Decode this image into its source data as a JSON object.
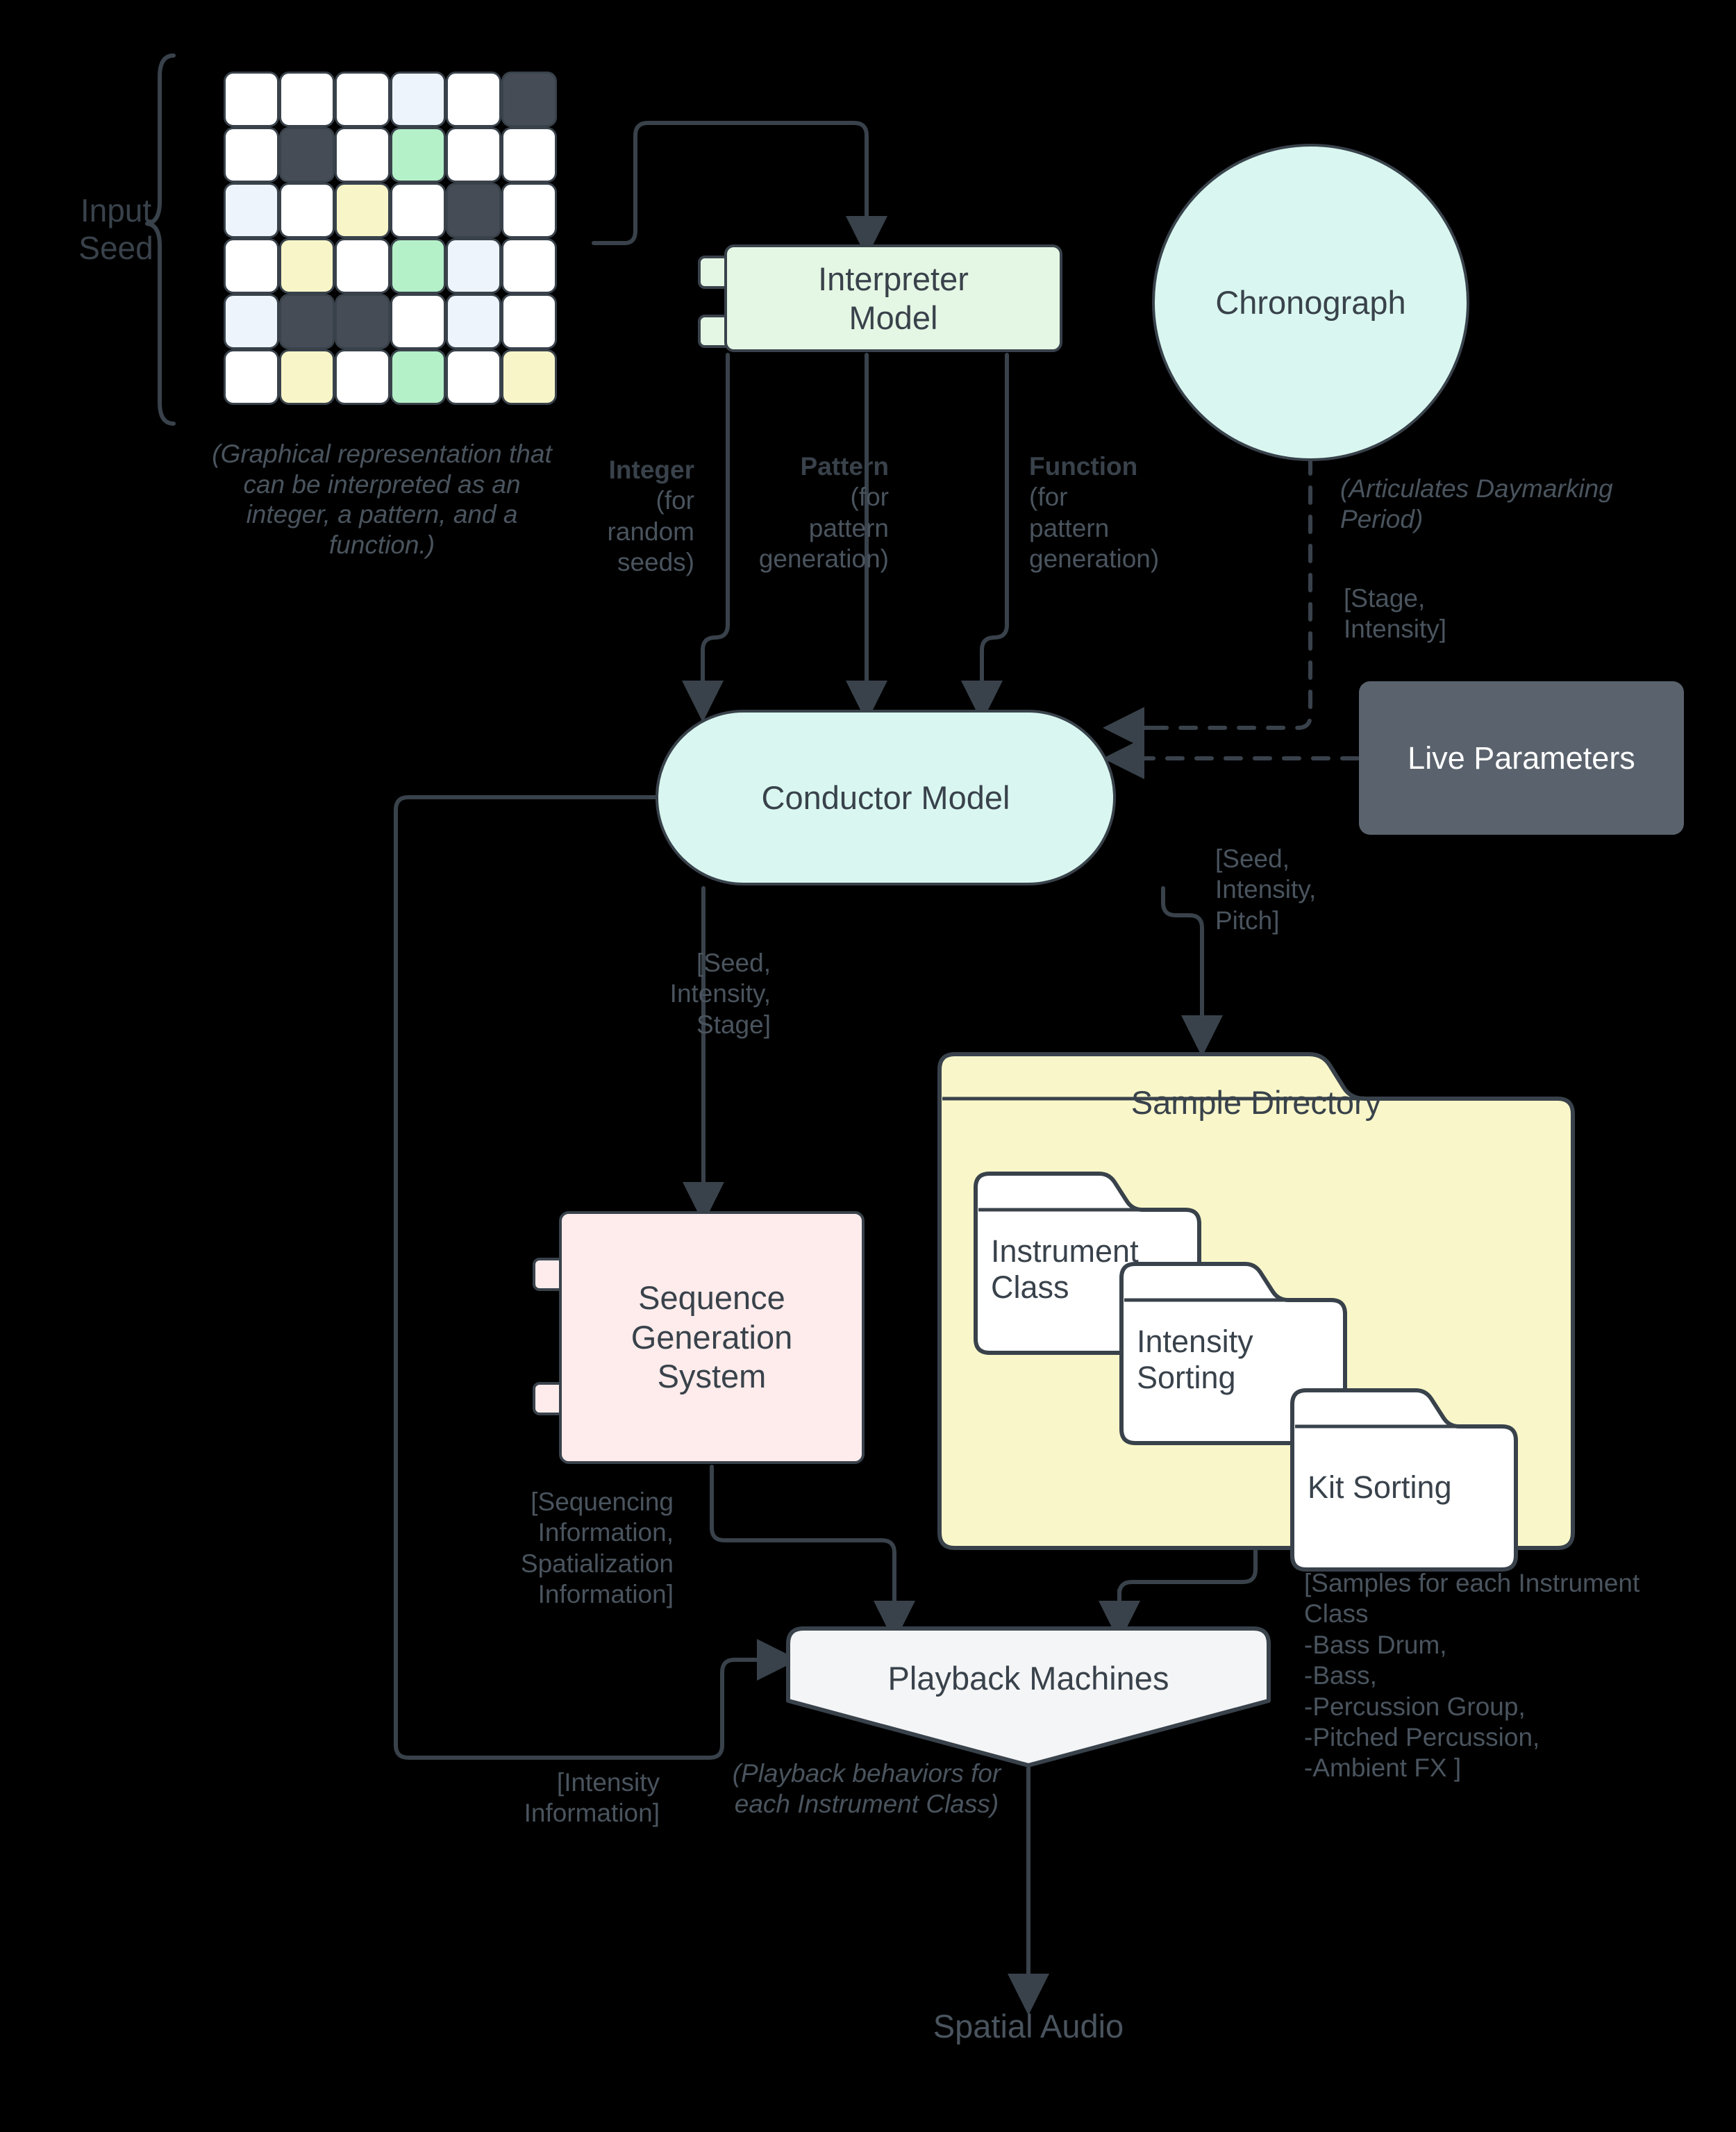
{
  "diagram": {
    "title": "Generative Spatial Audio System Flow",
    "background": "#000000",
    "stroke": "#39424b",
    "text_color": "#4a545e"
  },
  "input_seed": {
    "label": "Input\nSeed",
    "caption": "(Graphical representation that can be interpreted as an integer, a pattern, and a function.)",
    "grid": {
      "rows": 6,
      "cols": 6,
      "legend": {
        "w": "#ffffff",
        "b": "#eef4fc",
        "g": "#b4f0c8",
        "y": "#f8f6c8",
        "d": "#464c55"
      },
      "cells": [
        [
          "w",
          "w",
          "w",
          "b",
          "w",
          "d"
        ],
        [
          "w",
          "d",
          "w",
          "g",
          "w",
          "w"
        ],
        [
          "b",
          "w",
          "y",
          "w",
          "d",
          "w"
        ],
        [
          "w",
          "y",
          "w",
          "g",
          "b",
          "w"
        ],
        [
          "b",
          "d",
          "d",
          "w",
          "b",
          "w"
        ],
        [
          "w",
          "y",
          "w",
          "g",
          "w",
          "y"
        ]
      ]
    }
  },
  "nodes": {
    "interpreter": {
      "label": "Interpreter\nModel",
      "fill": "#e4f7e4"
    },
    "chronograph": {
      "label": "Chronograph",
      "fill": "#d9f7f0"
    },
    "conductor": {
      "label": "Conductor Model",
      "fill": "#d9f7f0"
    },
    "sequence_generation": {
      "label": "Sequence\nGeneration\nSystem",
      "fill": "#fdeceb"
    },
    "live_parameters": {
      "label": "Live Parameters",
      "fill": "#5a636d"
    },
    "sample_directory": {
      "label": "Sample Directory",
      "fill": "#f9f7c9"
    },
    "playback_machines": {
      "label": "Playback Machines",
      "fill": "#f4f5f6"
    },
    "spatial_audio": {
      "label": "Spatial Audio"
    }
  },
  "folders": [
    {
      "label": "Instrument\nClass"
    },
    {
      "label": "Intensity\nSorting"
    },
    {
      "label": "Kit Sorting"
    }
  ],
  "edge_labels": {
    "integer": {
      "head": "Integer",
      "body": "(for\nrandom\nseeds)"
    },
    "pattern": {
      "head": "Pattern",
      "body": "(for\npattern\ngeneration)"
    },
    "function": {
      "head": "Function",
      "body": "(for\npattern\ngeneration)"
    },
    "chronograph_note": "(Articulates Daymarking Period)",
    "stage_intensity": "[Stage,\nIntensity]",
    "seed_intensity_stage": "[Seed,\nIntensity,\nStage]",
    "seed_intensity_pitch": "[Seed,\nIntensity,\nPitch]",
    "sequencing_spatialization": "[Sequencing\nInformation,\nSpatialization\nInformation]",
    "intensity_information": "[Intensity\nInformation]",
    "playback_behaviors": "(Playback behaviors for each Instrument Class)",
    "samples_list": "[Samples for each Instrument Class\n    -Bass Drum,\n    -Bass,\n    -Percussion Group,\n    -Pitched Percussion,\n    -Ambient FX ]"
  }
}
